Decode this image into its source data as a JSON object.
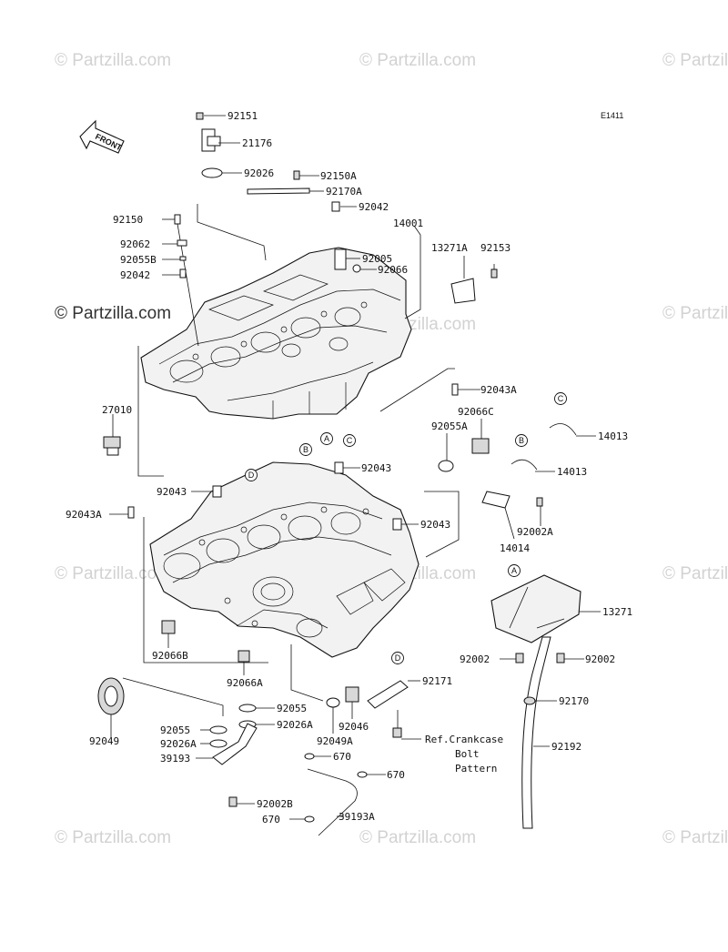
{
  "diagram_code": "E1411",
  "front_label": "FRONT",
  "watermarks": [
    "© Partzilla.com",
    "© Partzilla.com",
    "© Partzilla.com",
    "© Partzilla.com",
    "© Partzilla.com",
    "© Partzilla.com",
    "© Partzilla.com",
    "© Partzilla.com",
    "© Partzilla.com",
    "© Partzilla.com",
    "© Partzilla.com",
    "© Partzilla.com"
  ],
  "ref_note": [
    "Ref.Crankcase",
    "Bolt",
    "Pattern"
  ],
  "markers": [
    "A",
    "B",
    "C",
    "D",
    "A",
    "B",
    "C",
    "D"
  ],
  "part_labels": [
    "92151",
    "21176",
    "92026",
    "92150A",
    "92170A",
    "92042",
    "14001",
    "92150",
    "92062",
    "92055B",
    "92042",
    "92005",
    "92066",
    "13271A",
    "92153",
    "27010",
    "92043A",
    "92066C",
    "92055A",
    "14013",
    "14013",
    "92043",
    "92043",
    "92043A",
    "92043",
    "14014",
    "92002A",
    "13271",
    "92002",
    "92002",
    "92066B",
    "92066A",
    "92171",
    "92170",
    "92049",
    "92055",
    "92026A",
    "92046",
    "92049A",
    "92055",
    "92026A",
    "39193",
    "670",
    "670",
    "92002B",
    "670",
    "39193A",
    "92192"
  ]
}
